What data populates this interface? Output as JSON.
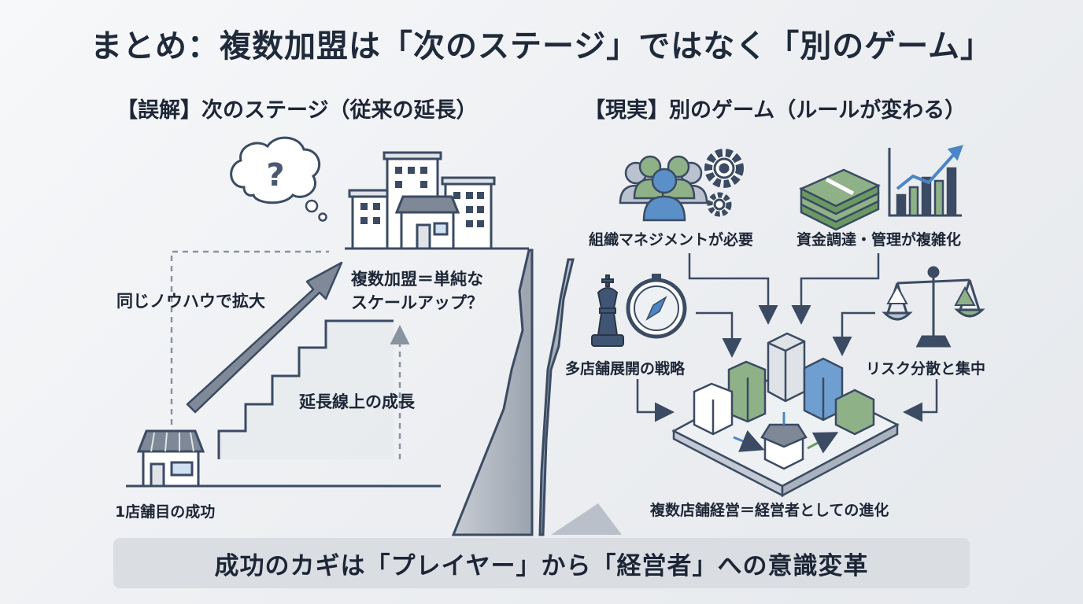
{
  "title": "まとめ：複数加盟は「次のステージ」ではなく「別のゲーム」",
  "left": {
    "heading": "【誤解】次のステージ（従来の延長）",
    "question_mark": "?",
    "labels": {
      "scale_up": [
        "複数加盟＝単純な",
        "スケールアップ？"
      ],
      "same_knowhow": "同じノウハウで拡大",
      "extension": "延長線上の成長",
      "first_store": "1店舗目の成功"
    }
  },
  "right": {
    "heading": "【現実】別のゲーム（ルールが変わる）",
    "labels": {
      "org": "組織マネジメントが必要",
      "funds": "資金調達・管理が複雑化",
      "strategy": "多店舗展開の戦略",
      "risk": "リスク分散と集中",
      "result": "複数店舗経営＝経営者としての進化"
    }
  },
  "banner": "成功のカギは「プレイヤー」から「経営者」への意識変革",
  "colors": {
    "navy": "#3b4b63",
    "blue": "#4a86c5",
    "green": "#6a9a62",
    "gray": "#8a93a0"
  }
}
